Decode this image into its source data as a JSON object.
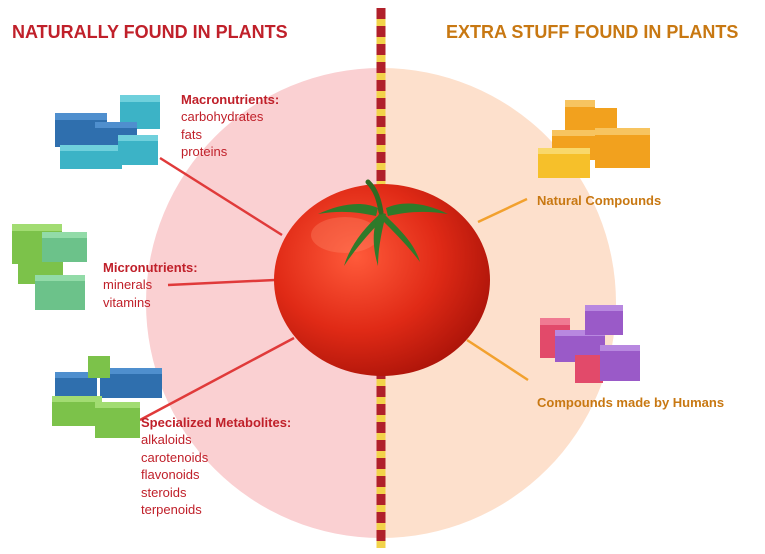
{
  "headers": {
    "left": "NATURALLY FOUND IN PLANTS",
    "right": "EXTRA STUFF FOUND IN PLANTS"
  },
  "left_groups": [
    {
      "title": "Macronutrients:",
      "items": [
        "carbohydrates",
        "fats",
        "proteins"
      ]
    },
    {
      "title": "Micronutrients:",
      "items": [
        "minerals",
        "vitamins"
      ]
    },
    {
      "title": "Specialized Metabolites:",
      "items": [
        "alkaloids",
        "carotenoids",
        "flavonoids",
        "steroids",
        "terpenoids"
      ]
    }
  ],
  "right_labels": {
    "natural": "Natural Compounds",
    "human": "Compounds made by Humans"
  },
  "colors": {
    "left_text": "#c0202a",
    "right_text": "#c87812",
    "left_half": "#fad0d2",
    "right_half": "#fde0cc",
    "left_lines": "#e03a3a",
    "right_lines": "#f2a12e",
    "divider_red": "#b0202a",
    "divider_yellow": "#f2d34a",
    "tomato": "#e02a16",
    "brick_blue": "#2f6fae",
    "brick_teal": "#3cb3c6",
    "brick_green": "#7cc24a",
    "brick_lightgreen": "#6cc28a",
    "brick_orange": "#f2a11e",
    "brick_purple": "#9a5ac8",
    "brick_pink": "#e24a6a"
  },
  "icons": [
    "macronutrient-blocks-icon",
    "micronutrient-blocks-icon",
    "metabolite-blocks-icon",
    "natural-compound-blocks-icon",
    "human-compound-blocks-icon",
    "tomato-icon"
  ]
}
